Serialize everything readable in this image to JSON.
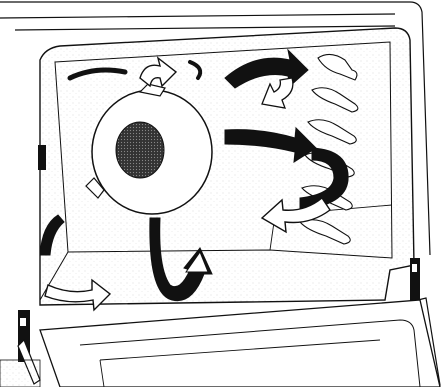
{
  "figure": {
    "type": "oven convection airflow line drawing",
    "arrows": [
      "top-left-swoosh",
      "top-fan-circulation-arrow",
      "top-right-up-arrow",
      "fan-to-right-arrow",
      "right-wall-loop-arrow",
      "right-wall-return-arrow",
      "floor-center-up-arrow",
      "left-wall-down-arrow",
      "bottom-left-arrow"
    ],
    "components": [
      "oven-cavity",
      "convection-fan-cover",
      "rack-guides-right",
      "oven-door-lower",
      "hinge-left",
      "hinge-right"
    ],
    "colors": {
      "line": "#111111",
      "arrow_fill": "#ffffff",
      "arrow_dark": "#111111",
      "fan_mesh": "#222222",
      "background": "#ffffff"
    }
  }
}
